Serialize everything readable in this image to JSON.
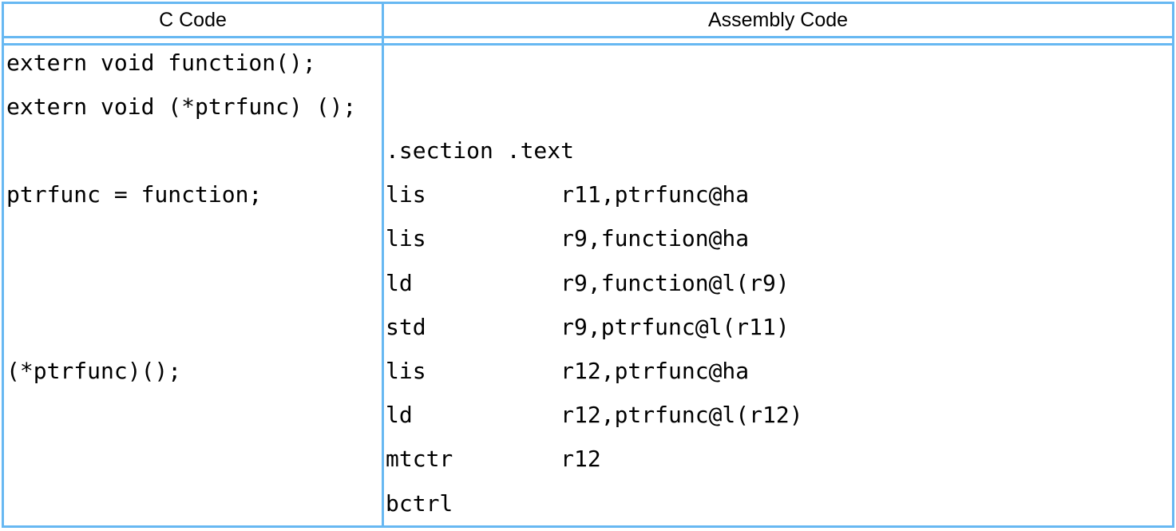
{
  "table": {
    "headers": {
      "c": "C Code",
      "assembly": "Assembly Code"
    }
  },
  "c_code": {
    "lines": [
      "extern void function();",
      "extern void (*ptrfunc) ();",
      "",
      "ptrfunc = function;",
      "",
      "",
      "",
      "(*ptrfunc)();",
      "",
      "",
      ""
    ]
  },
  "assembly_code": {
    "lines": [
      "",
      "",
      ".section .text",
      "lis          r11,ptrfunc@ha",
      "lis          r9,function@ha",
      "ld           r9,function@l(r9)",
      "std          r9,ptrfunc@l(r11)",
      "lis          r12,ptrfunc@ha",
      "ld           r12,ptrfunc@l(r12)",
      "mtctr        r12",
      "bctrl"
    ]
  },
  "colors": {
    "border": "#67b8f2",
    "text": "#000000",
    "background": "#ffffff"
  }
}
